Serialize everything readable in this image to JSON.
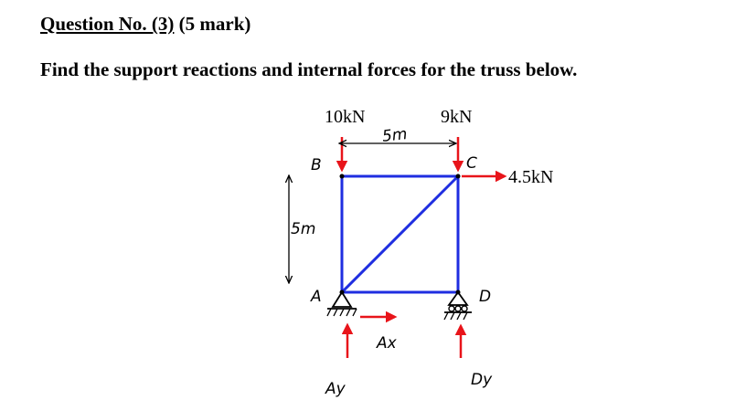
{
  "question": {
    "number_label": "Question No. (3)",
    "marks": " (5 mark)",
    "text": "Find the support reactions and internal forces for the truss below."
  },
  "diagram": {
    "loads": {
      "load_b": "10kN",
      "load_c": "9kN",
      "load_c_horizontal": "4.5kN"
    },
    "dimensions": {
      "width": "5m",
      "height": "5m"
    },
    "nodes": {
      "a": "A",
      "b": "B",
      "c": "C",
      "d": "D"
    },
    "reactions": {
      "ax": "Ax",
      "ay": "Ay",
      "dy": "Dy"
    },
    "colors": {
      "member": "#1f2ee0",
      "load_arrow": "#e8141a",
      "ink": "#000000"
    }
  }
}
